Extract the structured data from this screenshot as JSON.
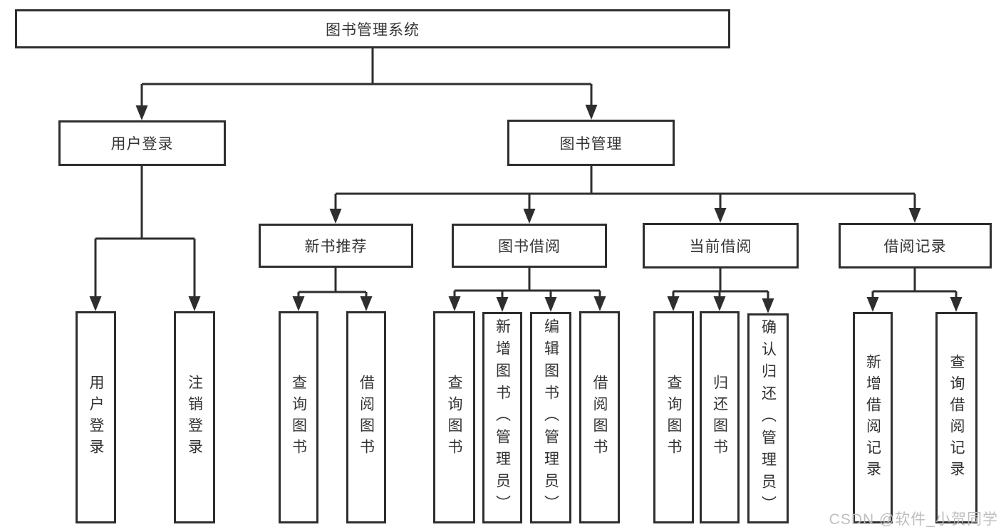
{
  "colors": {
    "line": "#2e2e2e",
    "node_border": "#2e2e2e",
    "node_text": "#333333",
    "watermark_text": "#bababa",
    "background": "#ffffff"
  },
  "diagram": {
    "root": {
      "label": "图书管理系统"
    },
    "level2": {
      "user_login": {
        "label": "用户登录"
      },
      "book_management": {
        "label": "图书管理"
      }
    },
    "level3": {
      "new_book_recommend": {
        "label": "新书推荐"
      },
      "book_borrowing": {
        "label": "图书借阅"
      },
      "current_borrowing": {
        "label": "当前借阅"
      },
      "borrowing_records": {
        "label": "借阅记录"
      }
    },
    "leaves": {
      "user_login": {
        "label": "用户登录"
      },
      "logout": {
        "label": "注销登录"
      },
      "nb_query_books": {
        "label": "查询图书"
      },
      "nb_borrow_books": {
        "label": "借阅图书"
      },
      "bb_query_books": {
        "label": "查询图书"
      },
      "bb_add_books": {
        "label": "新增图书（管理员）"
      },
      "bb_edit_books": {
        "label": "编辑图书（管理员）"
      },
      "bb_borrow_books": {
        "label": "借阅图书"
      },
      "cb_query_books": {
        "label": "查询图书"
      },
      "cb_return_books": {
        "label": "归还图书"
      },
      "cb_confirm_return": {
        "label": "确认归还（管理员）"
      },
      "br_add_record": {
        "label": "新增借阅记录"
      },
      "br_query_record": {
        "label": "查询借阅记录"
      }
    }
  },
  "watermark": {
    "text": "CSDN @软件_小贺同学"
  }
}
